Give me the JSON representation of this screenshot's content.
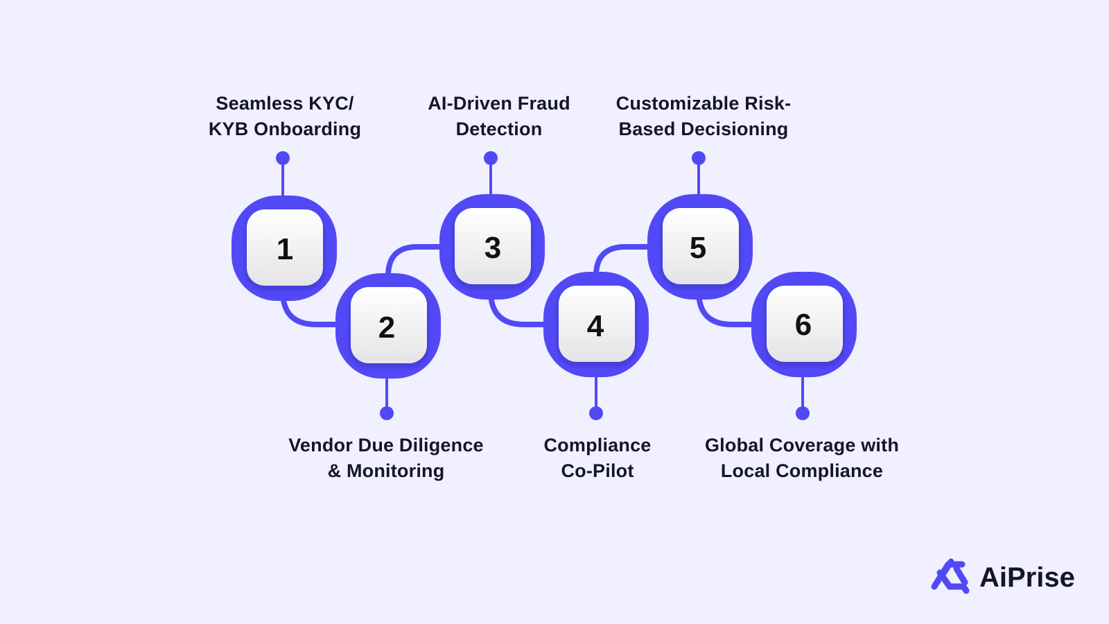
{
  "colors": {
    "background": "#f0f0fe",
    "accent": "#5249f6",
    "tile": "#f4f4f6",
    "text": "#15152a"
  },
  "steps": [
    {
      "number": "1",
      "label_line1": "Seamless KYC/",
      "label_line2": "KYB Onboarding",
      "label_position": "top"
    },
    {
      "number": "2",
      "label_line1": "Vendor Due Diligence",
      "label_line2": "& Monitoring",
      "label_position": "bottom"
    },
    {
      "number": "3",
      "label_line1": "AI-Driven Fraud",
      "label_line2": "Detection",
      "label_position": "top"
    },
    {
      "number": "4",
      "label_line1": "Compliance",
      "label_line2": "Co-Pilot",
      "label_position": "bottom"
    },
    {
      "number": "5",
      "label_line1": "Customizable Risk-",
      "label_line2": "Based Decisioning",
      "label_position": "top"
    },
    {
      "number": "6",
      "label_line1": "Global Coverage with",
      "label_line2": "Local Compliance",
      "label_position": "bottom"
    }
  ],
  "brand": {
    "name": "AiPrise",
    "logo_icon": "aiprise-triangle-logo-icon"
  }
}
